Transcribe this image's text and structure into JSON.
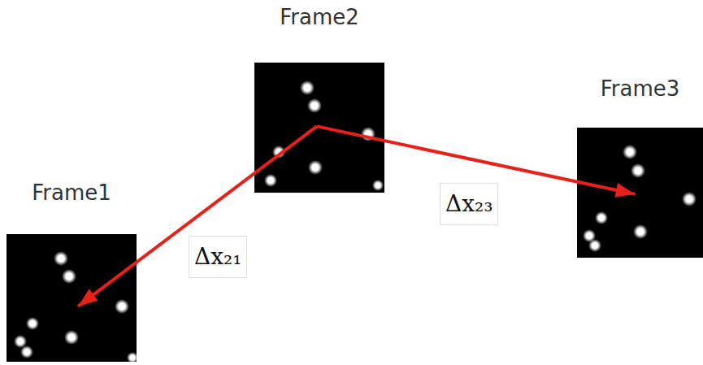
{
  "diagram": {
    "nodes": [
      {
        "text": [
          "Frame1"
        ]
      },
      {
        "text": [
          "Frame2"
        ]
      },
      {
        "text": [
          "Frame3"
        ]
      }
    ],
    "edges": [
      {
        "from": 1,
        "to": 0,
        "arrow": "to",
        "label": "Δx₂₁"
      },
      {
        "from": 1,
        "to": 2,
        "arrow": "to",
        "label": "Δx₂₃"
      }
    ]
  }
}
